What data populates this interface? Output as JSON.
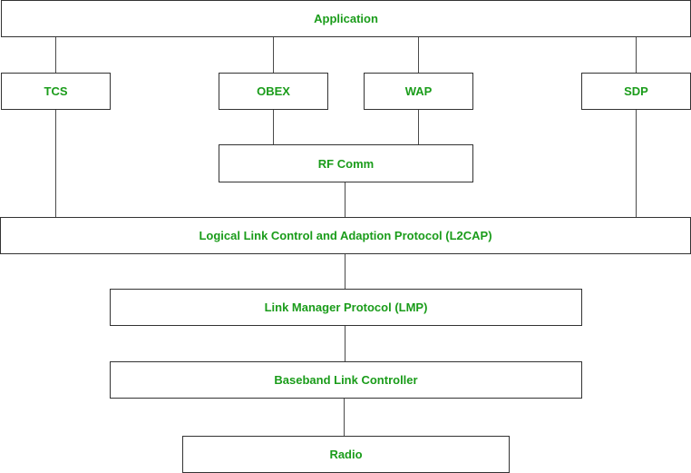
{
  "diagram": {
    "application": "Application",
    "tcs": "TCS",
    "obex": "OBEX",
    "wap": "WAP",
    "sdp": "SDP",
    "rf_comm": "RF Comm",
    "l2cap": "Logical Link Control and Adaption Protocol (L2CAP)",
    "lmp": "Link Manager Protocol (LMP)",
    "baseband": "Baseband Link Controller",
    "radio": "Radio"
  },
  "colors": {
    "label_text": "#1a9c1a",
    "box_border": "#333333",
    "connector": "#4a4a4a",
    "background": "#ffffff"
  }
}
